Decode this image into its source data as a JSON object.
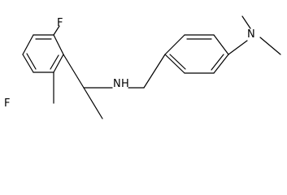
{
  "molecule": {
    "atoms": {
      "f_top": "F",
      "f_bottom": "F",
      "amine_n": "N",
      "amine_h": "H",
      "dimethyl_n": "N"
    }
  }
}
